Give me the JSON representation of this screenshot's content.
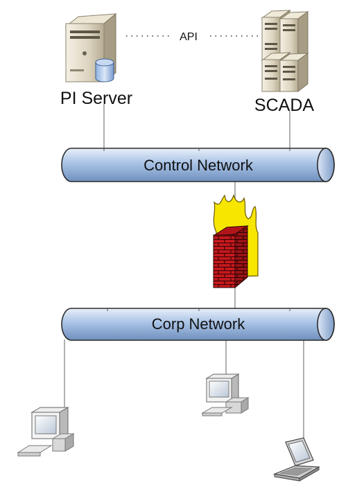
{
  "labels": {
    "pi_server": "PI Server",
    "scada": "SCADA",
    "api": "API",
    "control_network": "Control Network",
    "corp_network": "Corp Network"
  },
  "icons": {
    "pi_server": "server-with-database-icon",
    "scada": "server-rack-icon",
    "firewall": "firewall-icon",
    "workstation_left": "desktop-computer-icon",
    "workstation_center": "desktop-computer-icon",
    "laptop": "laptop-icon"
  },
  "colors": {
    "pipe_fill": "#a9c3e6",
    "pipe_stroke": "#2b2b2b",
    "brick": "#c8191e",
    "flame": "#f7e600"
  }
}
